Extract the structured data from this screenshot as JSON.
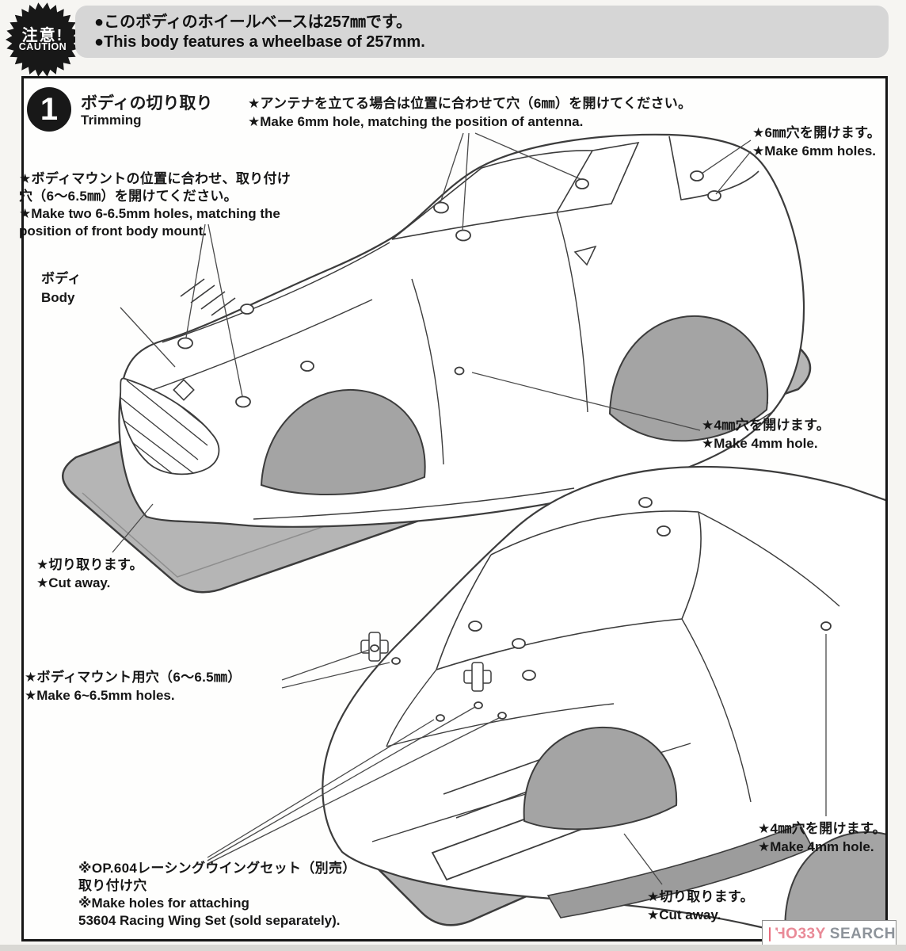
{
  "caution": {
    "badge_jp": "注意!",
    "badge_en": "CAUTION",
    "line_jp": "●このボディのホイールベースは257㎜です。",
    "line_en": "●This body features a wheelbase of 257mm."
  },
  "step": {
    "number": "1",
    "title_jp": "ボディの切り取り",
    "title_en": "Trimming"
  },
  "annotations": {
    "antenna": {
      "jp": "★アンテナを立てる場合は位置に合わせて穴（6㎜）を開けてください。",
      "en": "★Make 6mm hole, matching the position of antenna."
    },
    "holes_6mm": {
      "jp": "★6㎜穴を開けます。",
      "en": "★Make 6mm holes."
    },
    "front_mount": {
      "jp1": "★ボディマウントの位置に合わせ、取り付け",
      "jp2": "穴（6〜6.5㎜）を開けてください。",
      "en1": "★Make two 6-6.5mm holes, matching the",
      "en2": "position of front body mount."
    },
    "body_label": {
      "jp": "ボディ",
      "en": "Body"
    },
    "hole_4mm_top": {
      "jp": "★4㎜穴を開けます。",
      "en": "★Make 4mm hole."
    },
    "cut_away_top": {
      "jp": "★切り取ります。",
      "en": "★Cut away."
    },
    "mount_holes": {
      "jp": "★ボディマウント用穴（6〜6.5㎜）",
      "en": "★Make 6~6.5mm holes."
    },
    "wing_set": {
      "jp1": "※OP.604レーシングウイングセット（別売）",
      "jp2": "取り付け穴",
      "en1": "※Make holes for attaching",
      "en2": "53604 Racing Wing Set (sold separately)."
    },
    "hole_4mm_bottom": {
      "jp": "★4㎜穴を開けます。",
      "en": "★Make 4mm hole."
    },
    "cut_away_bottom": {
      "jp": "★切り取ります。",
      "en": "★Cut away."
    }
  },
  "watermark": {
    "brand_pink": "HO33Y",
    "brand_gray": "SEARCH",
    "icon": "flame-icon"
  },
  "colors": {
    "caution_box_bg": "#d6d6d6",
    "plate_gray": "#b5b5b5",
    "arch_gray": "#a4a4a4",
    "watermark_pink": "#e98a97",
    "watermark_gray": "#8d939a",
    "line_ink": "#3c3c3c"
  }
}
